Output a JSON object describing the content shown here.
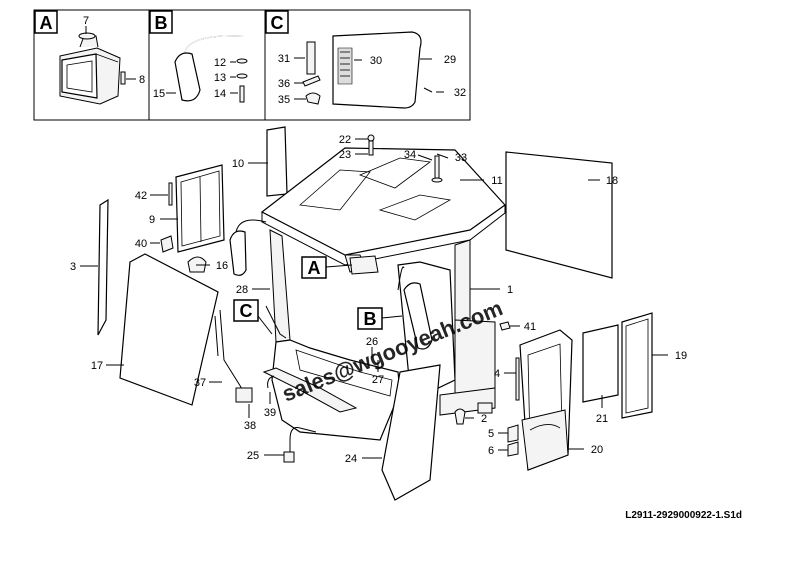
{
  "drawing_code": "L2911-2929000922-1.S1d",
  "watermark": "sales@wgooyeah.com",
  "detail_boxes": [
    {
      "letter": "A",
      "parts": [
        "7",
        "8"
      ]
    },
    {
      "letter": "B",
      "parts": [
        "12",
        "13",
        "14",
        "15"
      ]
    },
    {
      "letter": "C",
      "parts": [
        "29",
        "30",
        "31",
        "32",
        "35",
        "36"
      ]
    }
  ],
  "callouts": {
    "A": "A",
    "B": "B",
    "C": "C"
  },
  "labels": {
    "p1": "1",
    "p2": "2",
    "p3": "3",
    "p4": "4",
    "p5": "5",
    "p6": "6",
    "p7": "7",
    "p8": "8",
    "p9": "9",
    "p10": "10",
    "p11": "11",
    "p12": "12",
    "p13": "13",
    "p14": "14",
    "p15": "15",
    "p16": "16",
    "p17": "17",
    "p18": "18",
    "p19": "19",
    "p20": "20",
    "p21": "21",
    "p22": "22",
    "p23": "23",
    "p24": "24",
    "p25": "25",
    "p26": "26",
    "p27": "27",
    "p28": "28",
    "p29": "29",
    "p30": "30",
    "p31": "31",
    "p32": "32",
    "p33": "33",
    "p34": "34",
    "p35": "35",
    "p36": "36",
    "p37": "37",
    "p38": "38",
    "p39": "39",
    "p40": "40",
    "p41": "41",
    "p42": "42"
  }
}
